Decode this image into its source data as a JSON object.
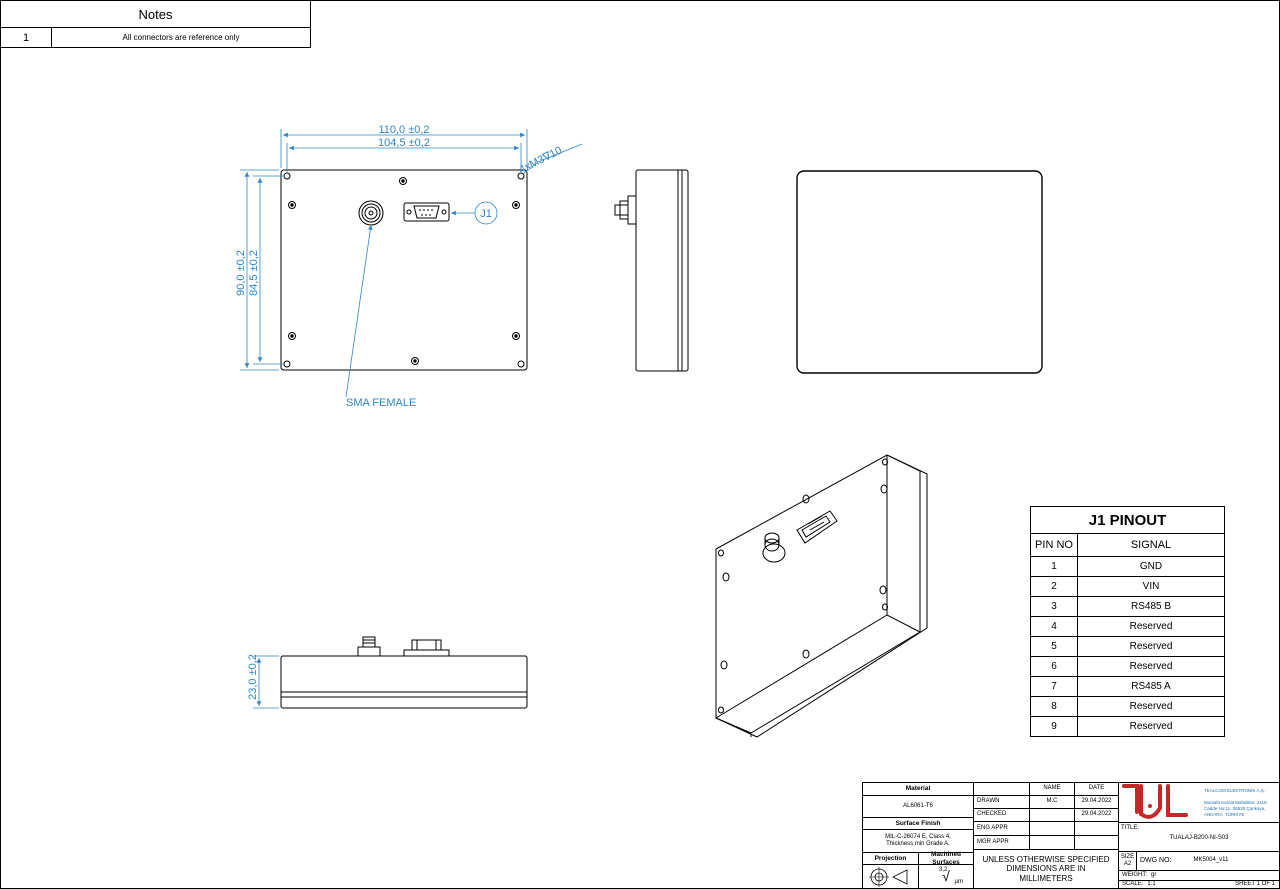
{
  "notes": {
    "title": "Notes",
    "rows": [
      {
        "num": "1",
        "text": "All connectors are reference only"
      }
    ]
  },
  "dimensions": {
    "overall_width": "110,0 ±0,2",
    "inner_width": "104,5 ±0,2",
    "hole_callout": "4xM3∇10",
    "overall_height": "90,0 ±0,2",
    "inner_height": "84,5 ±0,2",
    "thickness": "23,0 ±0,2"
  },
  "callouts": {
    "j1": "J1",
    "sma": "SMA FEMALE"
  },
  "pinout": {
    "title": "J1 PINOUT",
    "headers": [
      "PIN NO",
      "SIGNAL"
    ],
    "rows": [
      {
        "pin": "1",
        "signal": "GND"
      },
      {
        "pin": "2",
        "signal": "VIN"
      },
      {
        "pin": "3",
        "signal": "RS485 B"
      },
      {
        "pin": "4",
        "signal": "Reserved"
      },
      {
        "pin": "5",
        "signal": "Reserved"
      },
      {
        "pin": "6",
        "signal": "Reserved"
      },
      {
        "pin": "7",
        "signal": "RS485 A"
      },
      {
        "pin": "8",
        "signal": "Reserved"
      },
      {
        "pin": "9",
        "signal": "Reserved"
      }
    ]
  },
  "title_block": {
    "material_label": "Material",
    "material_value": "AL6061-T6",
    "surface_label": "Surface Finish",
    "surface_value": "MIL-C-26074 E, Class 4, Thickness min Grade A.",
    "projection_label": "Projection",
    "machined_label": "Machined Surfaces",
    "roughness": "3,2",
    "roughness_unit": "µm",
    "name_header": "NAME",
    "date_header": "DATE",
    "drawn_label": "DRAWN",
    "drawn_name": "M.C",
    "drawn_date": "29.04.2022",
    "checked_label": "CHECKED",
    "checked_date": "29.04.2022",
    "eng_label": "ENG APPR",
    "mgr_label": "MGR APPR",
    "tolerance_note": "UNLESS OTHERWISE SPECIFIED DIMENSIONS ARE IN MILLIMETERS",
    "company_name": "TEALCOM ELEKTRONİK A.Ş.",
    "company_address": "Mustafa Kemal Mahallesi, 2119. Cadde No:11, 06530 Çankaya, ANKARA, TÜRKİYE",
    "title_label": "TITLE:",
    "title_value": "TUALAJ-B200-NI-S03",
    "size_label": "SIZE",
    "size_value": "A2",
    "dwg_label": "DWG NO:",
    "dwg_value": "MK5004_v11",
    "weight_label": "WEIGHT:",
    "weight_value": "gr",
    "scale_label": "SCALE:",
    "scale_value": "1:1",
    "sheet": "SHEET 1 OF 1"
  },
  "colors": {
    "dimension": "#2e86c8",
    "logo": "#c62828",
    "company_text": "#1e6fb4"
  }
}
